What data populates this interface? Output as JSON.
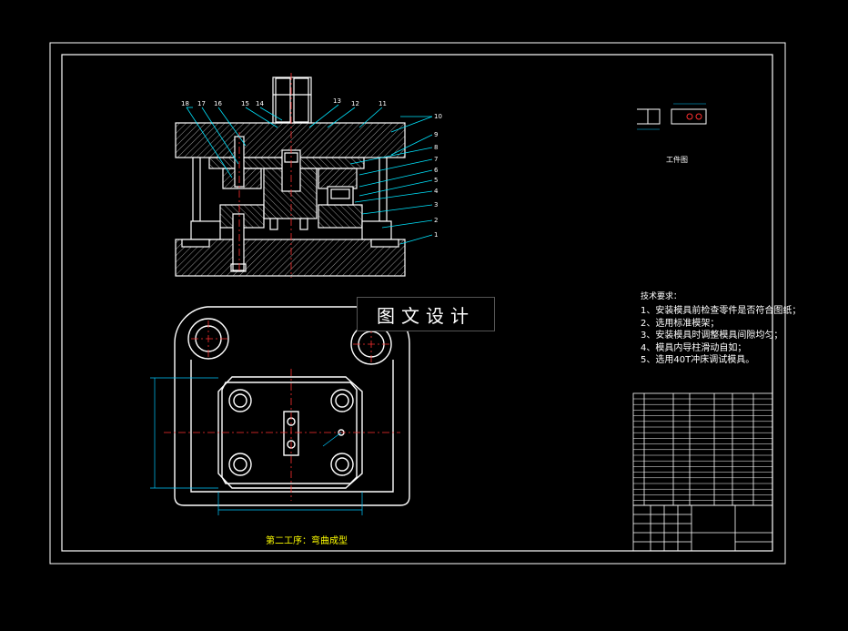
{
  "watermark": "图文设计",
  "labels": {
    "part_numbers": [
      "18",
      "17",
      "16",
      "15",
      "14",
      "13",
      "12",
      "11",
      "10",
      "9",
      "8",
      "7",
      "6",
      "5",
      "4",
      "3",
      "2",
      "1"
    ],
    "workpiece_title": "工件图",
    "caption": "第二工序：弯曲成型"
  },
  "technical_requirements": {
    "heading": "技术要求：",
    "items": [
      "1、安装模具前检查零件是否符合图纸；",
      "2、选用标准模架；",
      "3、安装模具时调整模具间隙均匀；",
      "4、模具内导柱滑动自如；",
      "5、选用40T冲床调试模具。"
    ]
  },
  "colors": {
    "background": "#000000",
    "outline": "#ffffff",
    "center_line": "#ff3030",
    "leader": "#00e5ff",
    "dimension": "#00c8ff",
    "text_yellow": "#ffff00",
    "border": "#ffffff"
  }
}
